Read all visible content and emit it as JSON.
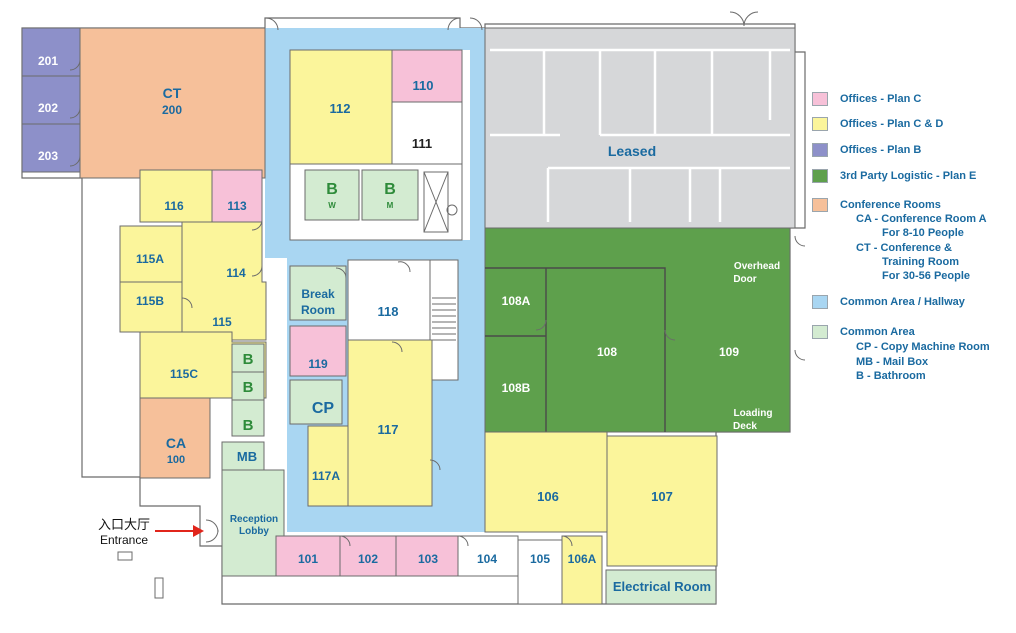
{
  "colors": {
    "offices_c": "#f7c1d8",
    "offices_cd": "#fbf59b",
    "offices_b": "#8d90c9",
    "logistic": "#5ea04c",
    "conference": "#f6c09a",
    "hallway": "#a9d6f2",
    "common": "#d3ebd1",
    "leased": "#d6d7d9",
    "label_blue": "#1a6aa0",
    "label_green": "#2e8b3a",
    "wall": "#6b6b6b"
  },
  "rooms": {
    "r201": "201",
    "r202": "202",
    "r203": "203",
    "ct": "CT",
    "ct_num": "200",
    "r112": "112",
    "r110": "110",
    "r111": "111",
    "bw": "B",
    "bw_sub": "W",
    "bm": "B",
    "bm_sub": "M",
    "leased": "Leased",
    "r116": "116",
    "r113": "113",
    "r114": "114",
    "r115a": "115A",
    "r115b": "115B",
    "r115": "115",
    "r115c": "115C",
    "b1": "B",
    "b2": "B",
    "b3": "B",
    "ca": "CA",
    "ca_num": "100",
    "mb": "MB",
    "reception_1": "Reception",
    "reception_2": "Lobby",
    "break_1": "Break",
    "break_2": "Room",
    "r118": "118",
    "r119": "119",
    "cp": "CP",
    "r117": "117",
    "r117a": "117A",
    "r108a": "108A",
    "r108b": "108B",
    "r108": "108",
    "r109": "109",
    "overhead_1": "Overhead",
    "overhead_2": "Door",
    "loading_1": "Loading",
    "loading_2": "Deck",
    "r106": "106",
    "r107": "107",
    "r101": "101",
    "r102": "102",
    "r103": "103",
    "r104": "104",
    "r105": "105",
    "r106a": "106A",
    "electrical": "Electrical Room"
  },
  "legend": {
    "offices_c": "Offices - Plan C",
    "offices_cd": "Offices - Plan C & D",
    "offices_b": "Offices - Plan B",
    "logistic": "3rd Party Logistic - Plan E",
    "conference": "Conference Rooms",
    "conf_ca_1": "CA - Conference Room A",
    "conf_ca_2": "For 8-10 People",
    "conf_ct_1": "CT - Conference &",
    "conf_ct_2": "Training Room",
    "conf_ct_3": "For 30-56 People",
    "hallway": "Common Area / Hallway",
    "common": "Common Area",
    "common_cp": "CP - Copy Machine Room",
    "common_mb": "MB - Mail Box",
    "common_b": "B - Bathroom"
  },
  "entrance": {
    "zh": "入口大厅",
    "en": "Entrance"
  }
}
